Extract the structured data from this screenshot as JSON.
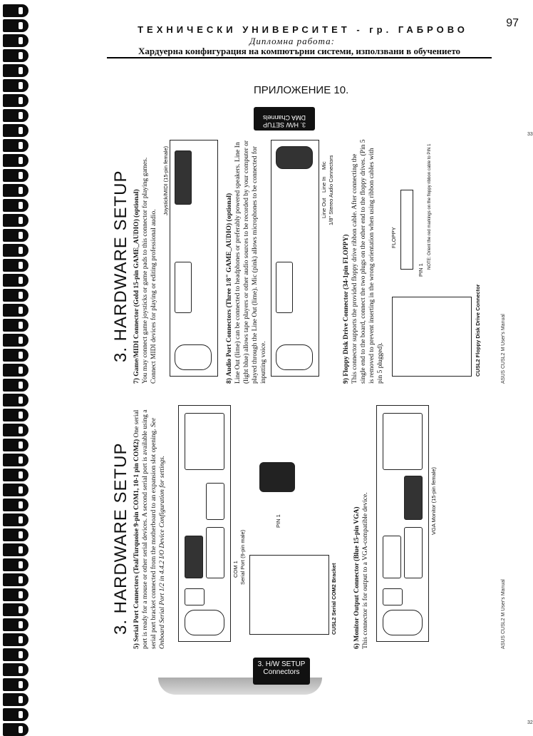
{
  "page_number": "97",
  "header": {
    "university": "ТЕХНИЧЕСКИ УНИВЕРСИТЕТ - гр. ГАБРОВО",
    "thesis": "Дипломна работа:",
    "subject": "Хардуерна конфигурация на компютърни системи, използвани в обучението"
  },
  "appendix_title": "ПРИЛОЖЕНИЕ 10.",
  "tabs": {
    "top": {
      "line1": "3. H/W SETUP",
      "line2": "DMA Channels"
    },
    "bottom": {
      "line1": "3. H/W SETUP",
      "line2": "Connectors"
    }
  },
  "left_column": {
    "heading": "3. HARDWARE SETUP",
    "item5": {
      "num": "5)",
      "title": "Serial Port Connectors (Teal/Turquoise 9-pin COM1, 10-1 pin COM2)",
      "body": "One serial port is ready for a mouse or other serial devices. A second serial port is available using a serial port bracket connected from the motherboard to an expansion slot opening.",
      "ref": "See Onboard Serial Port 1/2 in 4.4.2 I/O Device Configuration for settings.",
      "fig_label_com1": "COM 1",
      "fig_label_serial": "Serial Port (9-pin male)",
      "fig_label_bracket": "CUSL2 Serial COM2 Bracket",
      "fig_label_pin": "PIN 1"
    },
    "item6": {
      "num": "6)",
      "title": "Monitor Output Connector (Blue 15-pin VGA)",
      "body": "This connector is for output to a VGA-compatible device.",
      "fig_label": "VGA Monitor (15-pin female)"
    },
    "footer": "ASUS CUSL2 M User's Manual"
  },
  "right_column": {
    "heading": "3. HARDWARE SETUP",
    "item7": {
      "num": "7)",
      "title": "Game/MIDI Connector (Gold 15-pin GAME_AUDIO) (optional)",
      "body": "You may connect game joysticks or game pads to this connector for playing games. Connect MIDI devices for playing or editing professional audio.",
      "fig_label": "Joystick/MIDI (15-pin female)"
    },
    "item8": {
      "num": "8)",
      "title": "Audio Port Connectors (Three 1/8\" GAME_AUDIO) (optional)",
      "body": "Line Out (lime) can be connected to headphones or preferably powered speakers. Line In (light blue) allows tape players or other audio sources to be recorded by your computer or played through the Line Out (lime). Mic (pink) allows microphones to be connected for inputting voice.",
      "fig_label": "1/8\" Stereo Audio Connectors",
      "jack_labels": [
        "Line Out",
        "Line In",
        "Mic"
      ]
    },
    "item9": {
      "num": "9)",
      "title": "Floppy Disk Drive Connector (34-1pin FLOPPY)",
      "body": "This connector supports the provided floppy drive ribbon cable. After connecting the single end to the board, connect the two plugs on the other end to the floppy drives. (Pin 5 is removed to prevent inserting in the wrong orientation when using ribbon cables with pin 5 plugged).",
      "fig_label_floppy": "FLOPPY",
      "fig_label_pin": "PIN 1",
      "fig_note": "NOTE: Orient the red markings on the floppy ribbon cable to PIN 1",
      "fig_caption": "CUSL2 Floppy Disk Drive Connector"
    },
    "footer": "ASUS CUSL2 M User's Manual"
  },
  "page_marks": [
    "32",
    "33"
  ]
}
